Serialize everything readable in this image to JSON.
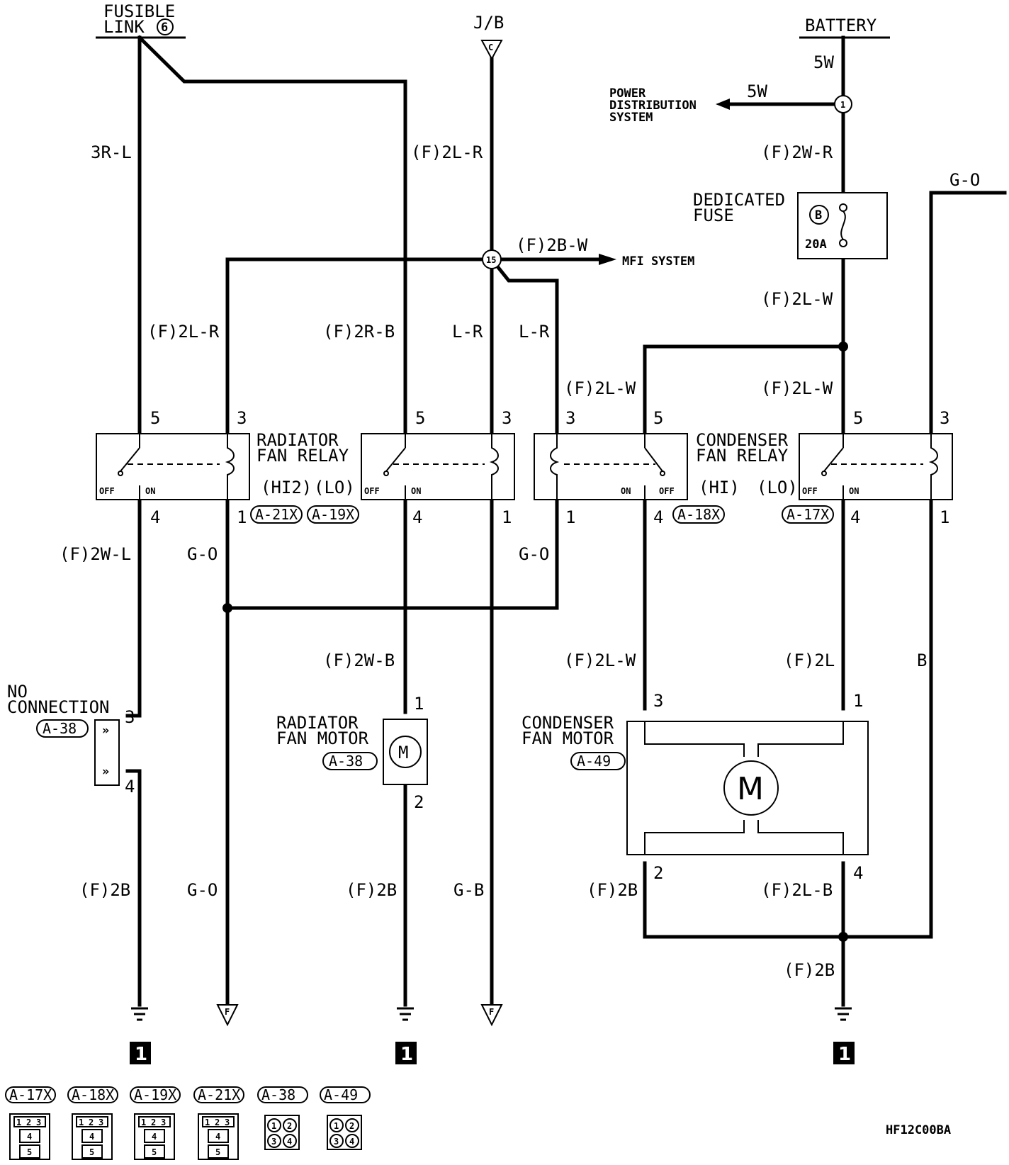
{
  "sources": {
    "fusible_link_line1": "FUSIBLE",
    "fusible_link_line2": "LINK",
    "fusible_link_num": "6",
    "jb": "J/B",
    "jb_tag": "C",
    "battery": "BATTERY"
  },
  "wires": {
    "fl_3rl": "3R-L",
    "jb_f2lr": "(F)2L-R",
    "bat_5w": "5W",
    "pds_5w": "5W",
    "bat_f2wr": "(F)2W-R",
    "go_top": "G-O",
    "f2bw": "(F)2B-W",
    "fuse_out": "(F)2L-W",
    "rad_hi_f2lr": "(F)2L-R",
    "rad_lo_f2rb": "(F)2R-B",
    "rad_lo_lr": "L-R",
    "cond_hi_lr": "L-R",
    "cond_hi_f2lw": "(F)2L-W",
    "cond_lo_f2lw": "(F)2L-W",
    "rad_hi_f2wl": "(F)2W-L",
    "rad_hi_go": "G-O",
    "cond_hi_go": "G-O",
    "rm_f2wb": "(F)2W-B",
    "cm_f2lw": "(F)2L-W",
    "cm_f2l": "(F)2L",
    "b_right": "B",
    "gnd_f2b_1": "(F)2B",
    "gnd_go": "G-O",
    "gnd_f2b_2": "(F)2B",
    "gnd_gb": "G-B",
    "cm_f2b": "(F)2B",
    "cm_f2lb": "(F)2L-B",
    "cm_gnd_f2b": "(F)2B"
  },
  "nodes": {
    "n1": "1",
    "n15": "15",
    "pds_line1": "POWER",
    "pds_line2": "DISTRIBUTION",
    "pds_line3": "SYSTEM",
    "mfi": "MFI SYSTEM"
  },
  "fuse": {
    "label_line1": "DEDICATED",
    "label_line2": "FUSE",
    "id": "B",
    "rating": "20A"
  },
  "relays": {
    "radiator_line1": "RADIATOR",
    "radiator_line2": "FAN RELAY",
    "condenser_line1": "CONDENSER",
    "condenser_line2": "FAN RELAY",
    "hi2": "(HI2)",
    "lo": "(LO)",
    "hi": "(HI)",
    "lo2": "(LO)",
    "conn_a21x": "A-21X",
    "conn_a19x": "A-19X",
    "conn_a18x": "A-18X",
    "conn_a17x": "A-17X",
    "off": "OFF",
    "on": "ON"
  },
  "pins": {
    "p5": "5",
    "p3": "3",
    "p4": "4",
    "p1": "1",
    "p2": "2"
  },
  "no_connection": {
    "line1": "NO",
    "line2": "CONNECTION",
    "conn": "A-38"
  },
  "radiator_motor": {
    "line1": "RADIATOR",
    "line2": "FAN MOTOR",
    "conn": "A-38",
    "symbol": "M"
  },
  "condenser_motor": {
    "line1": "CONDENSER",
    "line2": "FAN MOTOR",
    "conn": "A-49",
    "symbol": "M"
  },
  "grounds": {
    "g1": "1",
    "f": "F"
  },
  "legend": {
    "connectors": [
      "A-17X",
      "A-18X",
      "A-19X",
      "A-21X",
      "A-38",
      "A-49"
    ],
    "rect_pins": [
      "1",
      "2",
      "3",
      "4",
      "5"
    ],
    "round_pins": [
      "1",
      "2",
      "3",
      "4"
    ]
  },
  "figure_code": "HF12C00BA"
}
